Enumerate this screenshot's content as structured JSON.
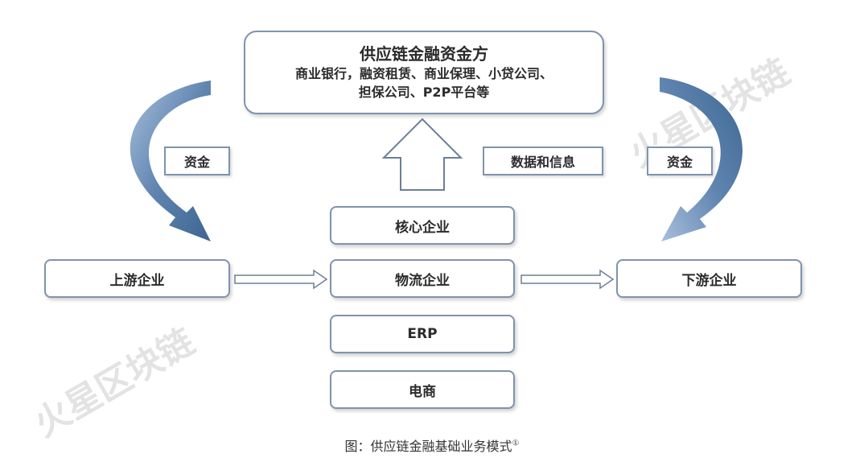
{
  "funder": {
    "title": "供应链金融资金方",
    "line1": "商业银行，融资租赁、商业保理、小贷公司、",
    "line2": "担保公司、P2P平台等"
  },
  "labels": {
    "funds_left": "资金",
    "funds_right": "资金",
    "data_info": "数据和信息"
  },
  "nodes": {
    "core": "核心企业",
    "logistics": "物流企业",
    "erp": "ERP",
    "ecommerce": "电商",
    "upstream": "上游企业",
    "downstream": "下游企业"
  },
  "caption": {
    "text": "图：供应链金融基础业务模式",
    "note": "①"
  },
  "watermark": "火星区块链",
  "colors": {
    "border": "#7f93ad",
    "curved_arrow_dark": "#3e6591",
    "curved_arrow_light": "#9db6d6"
  }
}
